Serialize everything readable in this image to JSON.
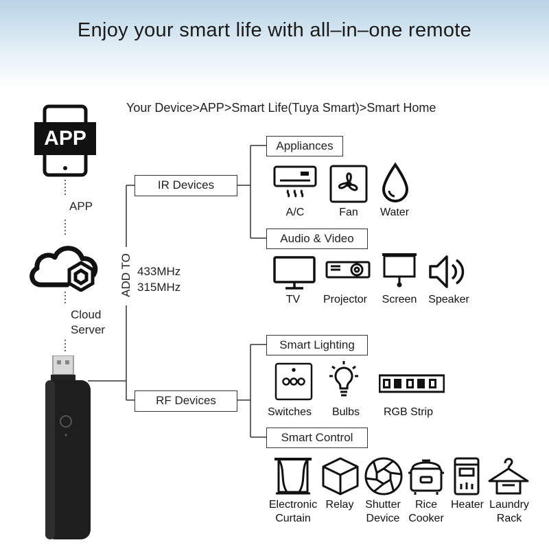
{
  "title": "Enjoy your smart life with all–in–one remote",
  "path_text": "Your Device>APP>Smart Life(Tuya Smart)>Smart Home",
  "left": {
    "app_badge": "APP",
    "app_label": "APP",
    "cloud_label_1": "Cloud",
    "cloud_label_2": "Server"
  },
  "add_to": "ADD TO",
  "freq_1": "433MHz",
  "freq_2": "315MHz",
  "categories": {
    "ir": "IR Devices",
    "rf": "RF Devices",
    "appliances": "Appliances",
    "audio_video": "Audio & Video",
    "smart_lighting": "Smart Lighting",
    "smart_control": "Smart Control"
  },
  "appliance_items": [
    "A/C",
    "Fan",
    "Water"
  ],
  "av_items": [
    "TV",
    "Projector",
    "Screen",
    "Speaker"
  ],
  "lighting_items": [
    "Switches",
    "Bulbs",
    "RGB Strip"
  ],
  "control_items": [
    {
      "l1": "Electronic",
      "l2": "Curtain"
    },
    {
      "l1": "Relay",
      "l2": ""
    },
    {
      "l1": "Shutter",
      "l2": "Device"
    },
    {
      "l1": "Rice",
      "l2": "Cooker"
    },
    {
      "l1": "Heater",
      "l2": ""
    },
    {
      "l1": "Laundry",
      "l2": "Rack"
    }
  ]
}
